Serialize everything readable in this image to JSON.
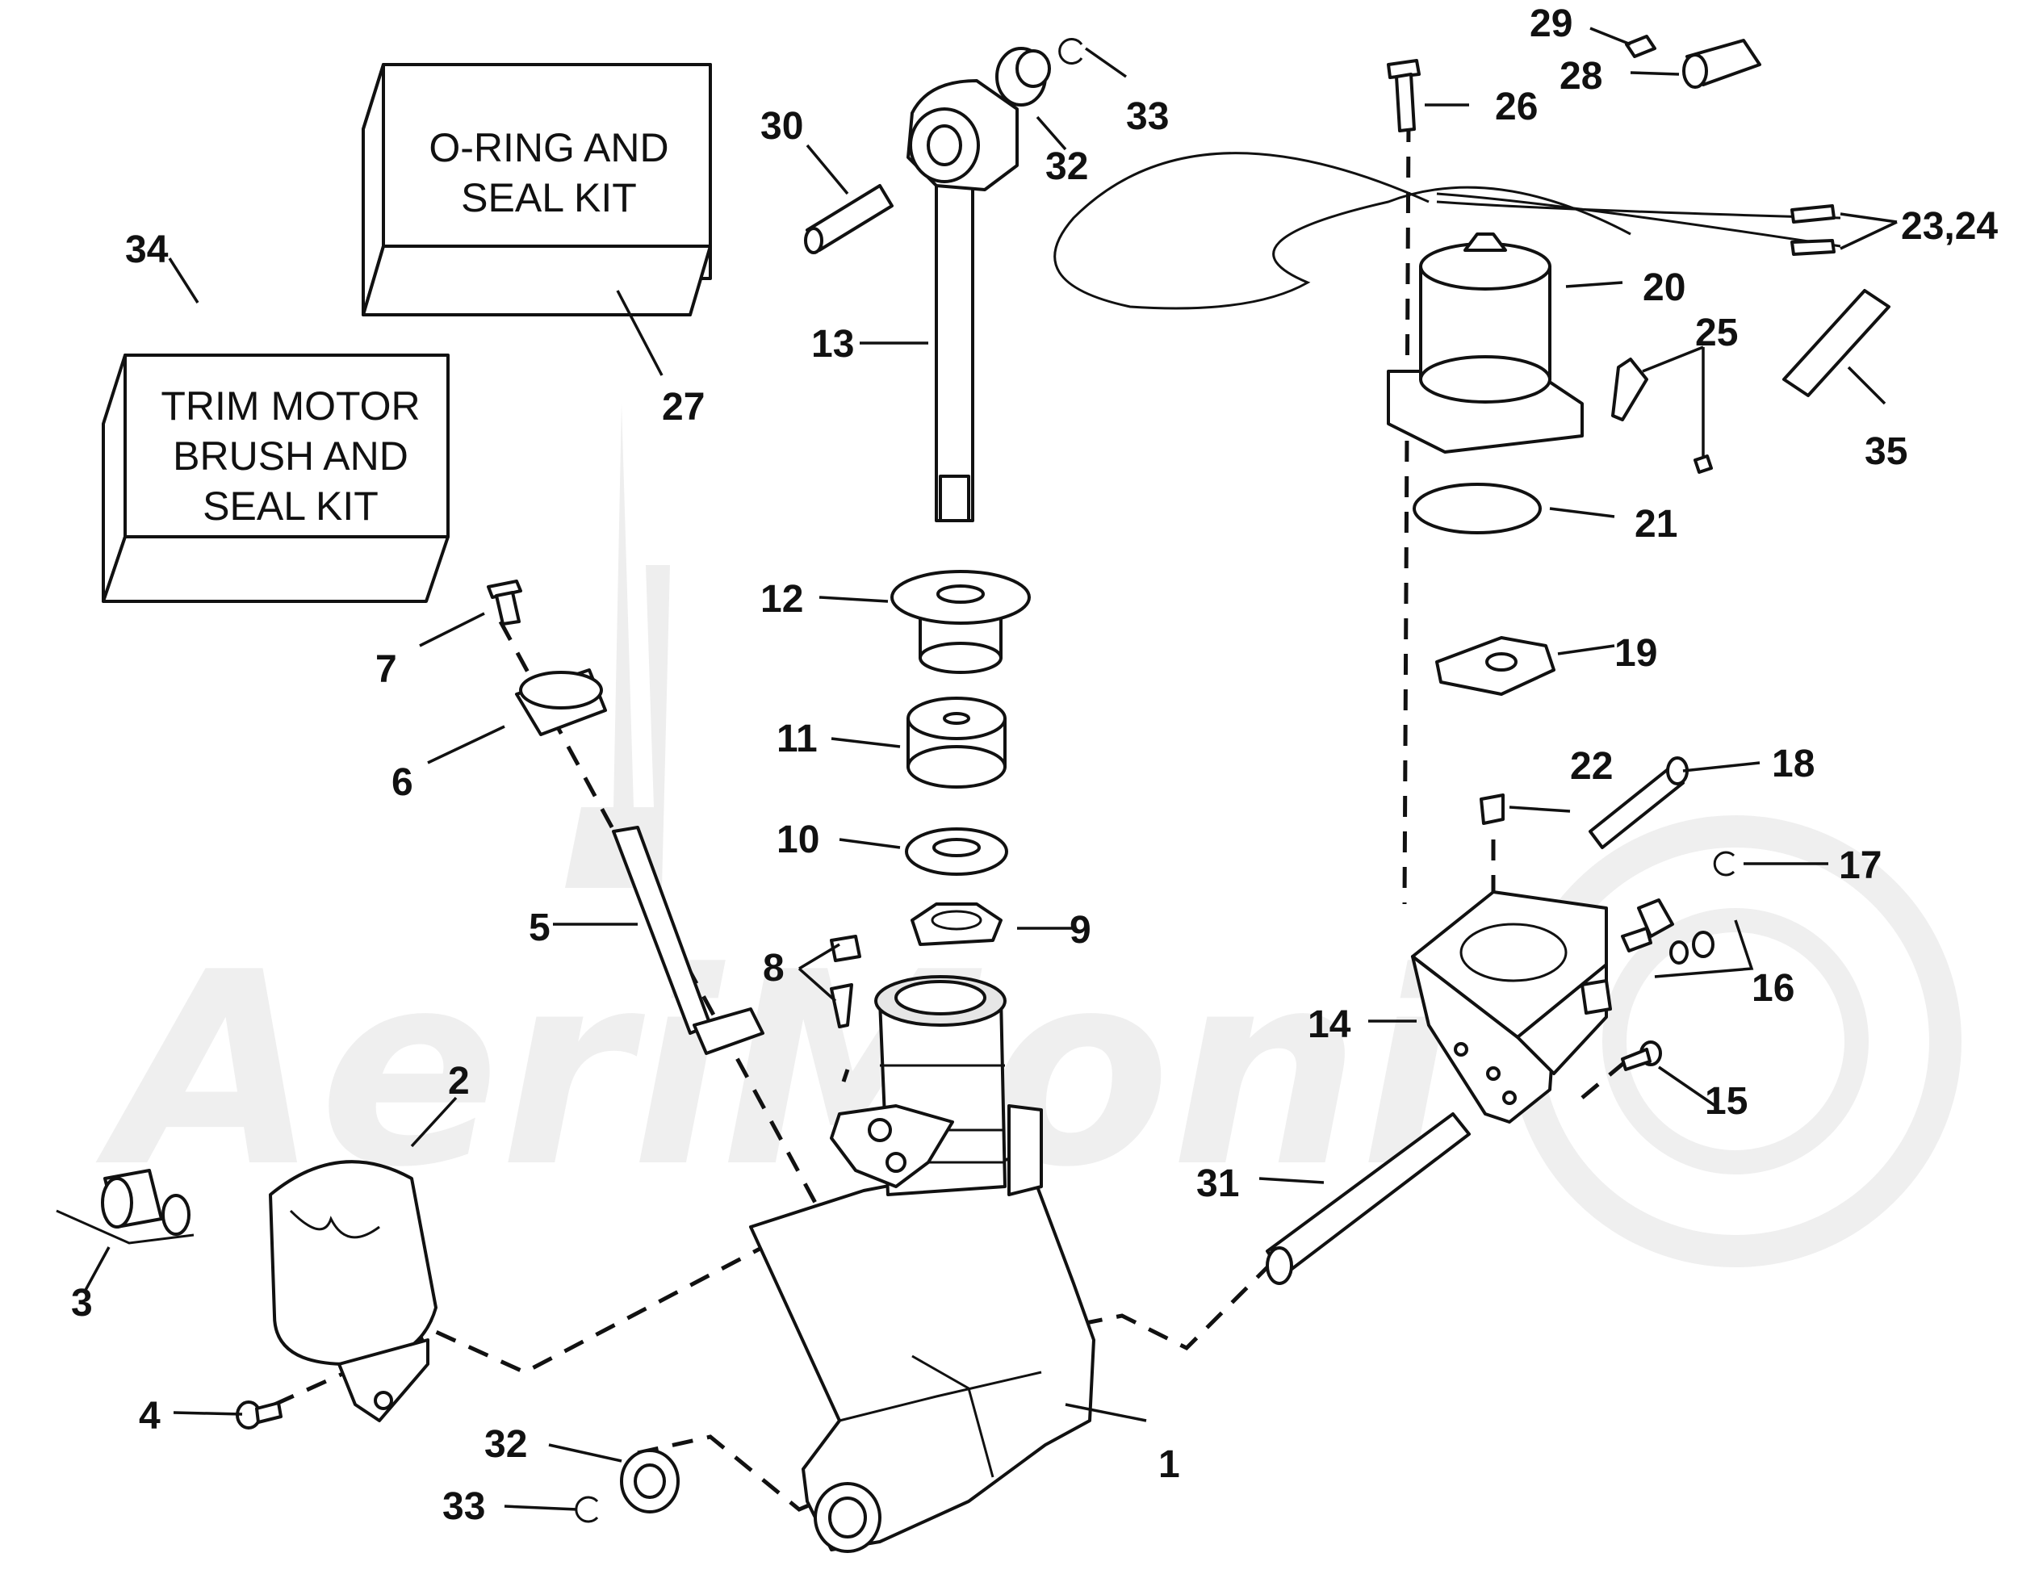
{
  "kits": {
    "seal_kit_line1": "O-RING AND",
    "seal_kit_line2": "SEAL KIT",
    "brush_kit_line1": "TRIM MOTOR",
    "brush_kit_line2": "BRUSH AND",
    "brush_kit_line3": "SEAL KIT"
  },
  "labels": {
    "p1": "1",
    "p2": "2",
    "p3": "3",
    "p4": "4",
    "p5": "5",
    "p6": "6",
    "p7": "7",
    "p8": "8",
    "p9": "9",
    "p10": "10",
    "p11": "11",
    "p12": "12",
    "p13": "13",
    "p14": "14",
    "p15": "15",
    "p16": "16",
    "p17": "17",
    "p18": "18",
    "p19": "19",
    "p20": "20",
    "p21": "21",
    "p22": "22",
    "p23_24": "23,24",
    "p25": "25",
    "p26": "26",
    "p27": "27",
    "p28": "28",
    "p29": "29",
    "p30": "30",
    "p31": "31",
    "p32a": "32",
    "p32b": "32",
    "p33a": "33",
    "p33b": "33",
    "p34": "34",
    "p35": "35"
  },
  "watermark": "AeriMoni"
}
